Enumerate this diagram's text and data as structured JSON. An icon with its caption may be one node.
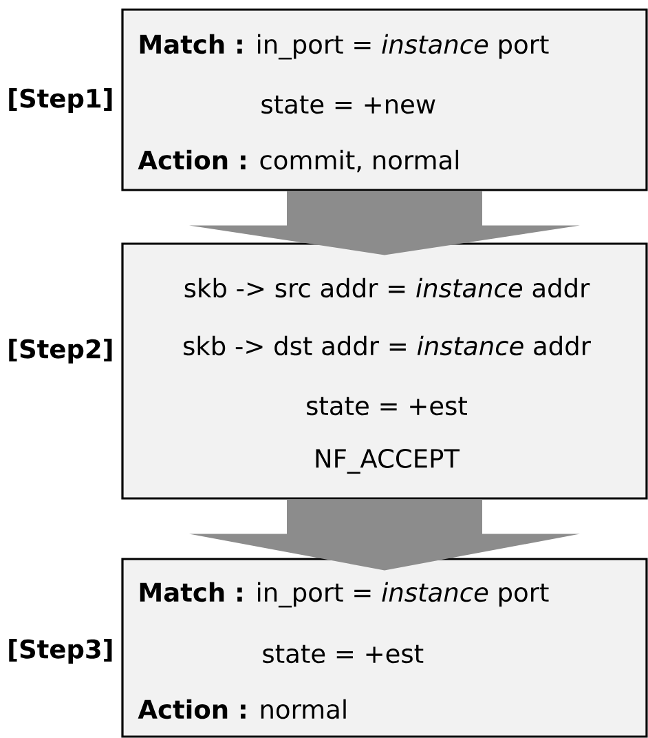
{
  "diagram": {
    "nodes": [
      {
        "text": [
          "**Match :** in_port = *instance* port",
          "state = +new",
          "**Action :** commit, normal"
        ],
        "beside": [
          "[Step1]"
        ]
      },
      {
        "text": [
          "skb -> src addr = *instance* addr",
          "skb -> dst addr = *instance* addr",
          "state = +est",
          "NF_ACCEPT"
        ],
        "beside": [
          "[Step2]"
        ]
      },
      {
        "text": [
          "**Match :** in_port = *instance* port",
          "state = +est",
          "**Action :** normal"
        ],
        "beside": [
          "[Step3]"
        ]
      }
    ],
    "edges": [
      {
        "from": 0,
        "to": 1,
        "arrow": "to",
        "style": "thick",
        "color": "#8c8c8c"
      },
      {
        "from": 1,
        "to": 2,
        "arrow": "to",
        "style": "thick",
        "color": "#8c8c8c"
      }
    ]
  }
}
